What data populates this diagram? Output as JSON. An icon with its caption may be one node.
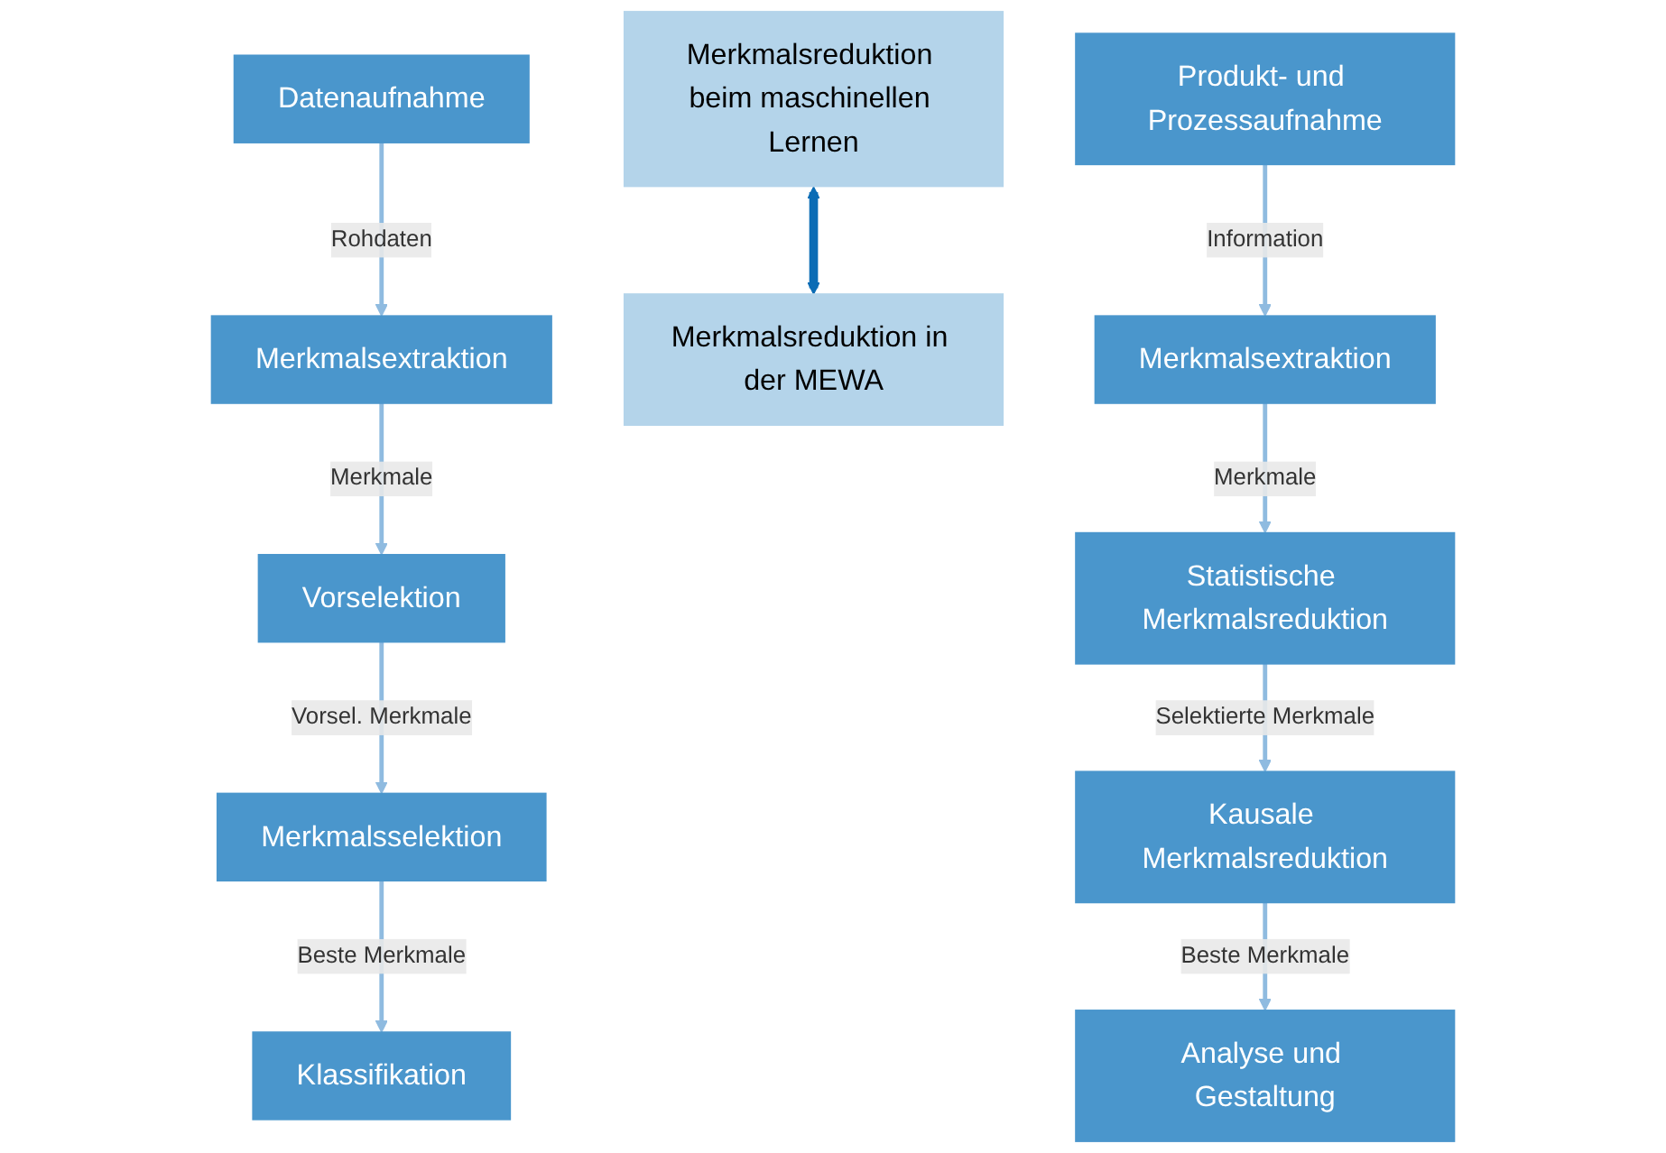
{
  "diagram": {
    "nodes": [
      {
        "text": [
          "Merkmalsreduktion beim maschinellen Lernen"
        ]
      },
      {
        "text": [
          "Datenaufnahme"
        ]
      },
      {
        "text": [
          "Merkmalsextraktion"
        ]
      },
      {
        "text": [
          "Vorselektion"
        ]
      },
      {
        "text": [
          "Merkmalsselektion"
        ]
      },
      {
        "text": [
          "Klassifikation"
        ]
      },
      {
        "text": [
          "Merkmalsreduktion in der MEWA"
        ]
      },
      {
        "text": [
          "Produkt- und Prozessaufnahme"
        ]
      },
      {
        "text": [
          "Merkmalsextraktion"
        ]
      },
      {
        "text": [
          "Statistische Merkmalsreduktion"
        ]
      },
      {
        "text": [
          "Kausale Merkmalsreduktion"
        ]
      },
      {
        "text": [
          "Analyse und Gestaltung"
        ]
      }
    ],
    "edges": [
      {
        "from": 1,
        "to": 2,
        "arrow": "to",
        "label": "Rohdaten"
      },
      {
        "from": 2,
        "to": 3,
        "arrow": "to",
        "label": "Merkmale"
      },
      {
        "from": 3,
        "to": 4,
        "arrow": "to",
        "label": "Vorsel. Merkmale"
      },
      {
        "from": 4,
        "to": 5,
        "arrow": "to",
        "label": "Beste Merkmale"
      },
      {
        "from": 7,
        "to": 8,
        "arrow": "to",
        "label": "Information"
      },
      {
        "from": 8,
        "to": 9,
        "arrow": "to",
        "label": "Merkmale"
      },
      {
        "from": 9,
        "to": 10,
        "arrow": "to",
        "label": "Selektierte Merkmale"
      },
      {
        "from": 10,
        "to": 11,
        "arrow": "to",
        "label": "Beste Merkmale"
      },
      {
        "from": 0,
        "to": 6,
        "arrow": "both",
        "style": "thick",
        "color": "#0b6cb5"
      }
    ]
  }
}
